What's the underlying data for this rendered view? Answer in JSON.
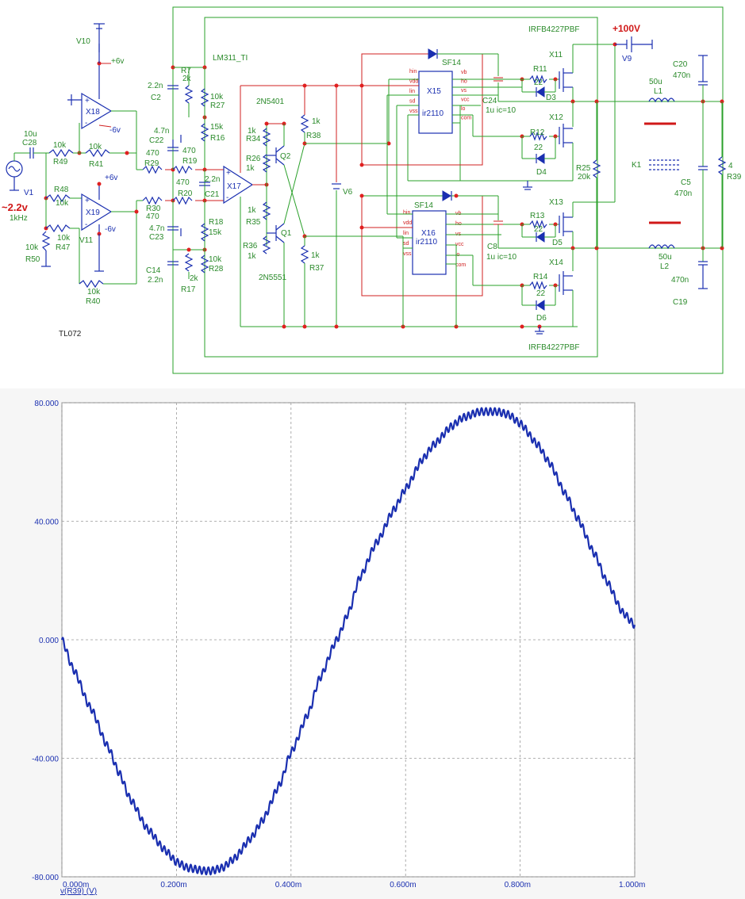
{
  "schematic": {
    "opamp_model": "TL072",
    "comparator_model": "LM311_TI",
    "mosfet_model": "IRFB4227PBF",
    "driver_model": "ir2110",
    "pnp_model": "2N5401",
    "npn_model": "2N5551",
    "supply_hv": "+100V",
    "input_amplitude": "~2.2v",
    "input_freq": "1kHz",
    "labels": {
      "V10": "V10",
      "p6v_a": "+6v",
      "m6v_a": "-6v",
      "X18": "X18",
      "X19": "X19",
      "p6v_b": "+6v",
      "m6v_b": "-6v",
      "V11": "V11",
      "V1": "V1",
      "C28": "C28",
      "C28v": "10u",
      "R49": "R49",
      "R49v": "10k",
      "R41": "R41",
      "R41v": "10k",
      "R48": "R48",
      "R48v": "10k",
      "R47": "R47",
      "R47v": "10k",
      "R50": "R50",
      "R50v": "10k",
      "R40": "R40",
      "R40v": "10k",
      "R29": "R29",
      "R29v": "470",
      "R19": "R19",
      "R19v": "470",
      "R20": "R20",
      "R20v": "470",
      "R30": "R30",
      "R30v": "470",
      "C22": "C22",
      "C22v": "4.7n",
      "C23": "C23",
      "C23v": "4.7n",
      "C2": "C2",
      "C2v": "2.2n",
      "C14": "C14",
      "C14v": "2.2n",
      "C21": "C21",
      "C21v": "2.2n",
      "R7": "R7",
      "R7v": "2k",
      "R17": "R17",
      "R17v": "2k",
      "R27": "R27",
      "R27v": "10k",
      "R28": "R28",
      "R28v": "10k",
      "R16": "R16",
      "R16v": "15k",
      "R18": "R18",
      "R18v": "15k",
      "X17": "X17",
      "R34": "R34",
      "R34v": "1k",
      "R26": "R26",
      "R26v": "1k",
      "R35": "R35",
      "R35v": "1k",
      "R36": "R36",
      "R36v": "1k",
      "R38": "R38",
      "R38v": "1k",
      "R37": "R37",
      "R37v": "1k",
      "Q1": "Q1",
      "Q2": "Q2",
      "V6": "V6",
      "SF14a": "SF14",
      "SF14b": "SF14",
      "X15": "X15",
      "X16": "X16",
      "C24": "C24",
      "C24v": "1u ic=10",
      "C8": "C8",
      "C8v": "1u ic=10",
      "R11": "R11",
      "R11v": "22",
      "R12": "R12",
      "R12v": "22",
      "R13": "R13",
      "R13v": "22",
      "R14": "R14",
      "R14v": "22",
      "D3": "D3",
      "D4": "D4",
      "D5": "D5",
      "D6": "D6",
      "X11": "X11",
      "X12": "X12",
      "X13": "X13",
      "X14": "X14",
      "R25": "R25",
      "R25v": "20k",
      "V9": "V9",
      "K1": "K1",
      "L1": "L1",
      "L1v": "50u",
      "L2": "L2",
      "L2v": "50u",
      "C20": "C20",
      "C20v": "470n",
      "C5": "C5",
      "C5v": "470n",
      "C19": "C19",
      "C19v": "470n",
      "R39": "R39",
      "R39v": "4"
    },
    "ic_pins_left": [
      "hin",
      "vdd",
      "lin",
      "sd",
      "vss"
    ],
    "ic_pins_right": [
      "vb",
      "ho",
      "vs",
      "vcc",
      "lo",
      "com"
    ]
  },
  "chart_data": {
    "type": "line",
    "xlabel": "v(R39) (V)",
    "x_ticks": [
      "0.000m",
      "0.200m",
      "0.400m",
      "0.600m",
      "0.800m",
      "1.000m"
    ],
    "y_ticks": [
      "80.000",
      "40.000",
      "0.000",
      "-40.000",
      "-80.000"
    ],
    "xlim": [
      0,
      1.0
    ],
    "ylim": [
      -80,
      80
    ],
    "grid": true,
    "series": [
      {
        "x": [
          0,
          0.02,
          0.05,
          0.08,
          0.1,
          0.12,
          0.15,
          0.18,
          0.2,
          0.22,
          0.25,
          0.26,
          0.28,
          0.3,
          0.33,
          0.35,
          0.38,
          0.4,
          0.43,
          0.45,
          0.48,
          0.5,
          0.52,
          0.55,
          0.58,
          0.6,
          0.63,
          0.65,
          0.68,
          0.7,
          0.73,
          0.75,
          0.76,
          0.78,
          0.8,
          0.83,
          0.85,
          0.88,
          0.9,
          0.93,
          0.95,
          0.98,
          1.0
        ],
        "y": [
          0,
          -10,
          -23,
          -36,
          -45,
          -54,
          -64,
          -71,
          -75,
          -77,
          -78,
          -78,
          -77,
          -74,
          -67,
          -61,
          -49,
          -38,
          -25,
          -13,
          0,
          9,
          21,
          33,
          44,
          51,
          61,
          66,
          72,
          75,
          77,
          77,
          77,
          76,
          73,
          66,
          60,
          49,
          41,
          29,
          20,
          9,
          5
        ]
      }
    ],
    "ripple_amplitude": 1.2,
    "ripple_cycles": 130,
    "line_color": "#1a2fb0"
  }
}
